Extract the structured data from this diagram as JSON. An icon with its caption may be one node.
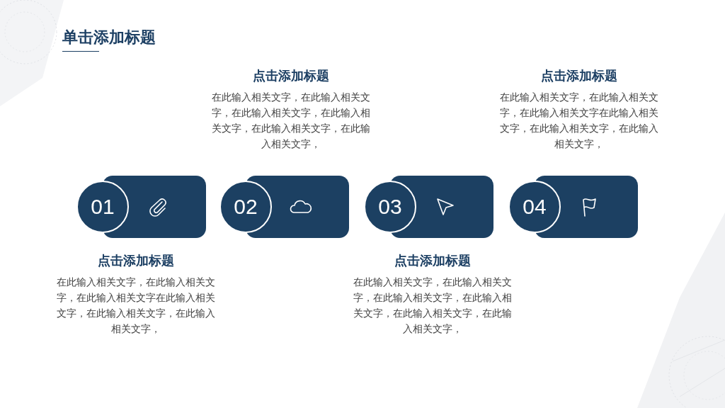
{
  "diagram": {
    "title": "单击添加标题",
    "nodes": [
      {
        "text": [
          "01"
        ],
        "beside": [
          "点击添加标题",
          "在此输入相关文字，在此输入相关文字，在此输入相关文字在此输入相关文字，在此输入相关文字，在此输入相关文字，"
        ]
      },
      {
        "text": [
          "02"
        ],
        "beside": [
          "点击添加标题",
          "在此输入相关文字，在此输入相关文字，在此输入相关文字，在此输入相关文字，在此输入相关文字，在此输入相关文字，"
        ]
      },
      {
        "text": [
          "03"
        ],
        "beside": [
          "点击添加标题",
          "在此输入相关文字，在此输入相关文字，在此输入相关文字，在此输入相关文字，在此输入相关文字，在此输入相关文字，"
        ]
      },
      {
        "text": [
          "04"
        ],
        "beside": [
          "点击添加标题",
          "在此输入相关文字，在此输入相关文字，在此输入相关文字在此输入相关文字，在此输入相关文字，在此输入相关文字，"
        ]
      }
    ]
  }
}
